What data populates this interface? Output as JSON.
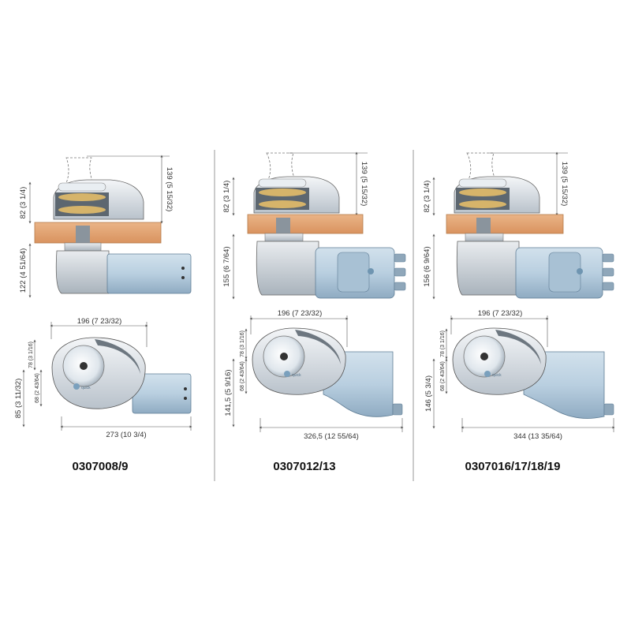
{
  "models": [
    {
      "code": "0307008/9",
      "dims": {
        "top_height": "139 (5 15/32)",
        "above_deck": "82 (3 1/4)",
        "below_deck": "122 (4 51/64)",
        "plan_width": "196 (7 23/32)",
        "plan_total_length": "273 (10 3/4)",
        "plan_upper_depth": "78 (3 1/16)",
        "plan_lower_depth": "68 (2 43/64)",
        "plan_height": "85 (3 11/32)"
      }
    },
    {
      "code": "0307012/13",
      "dims": {
        "top_height": "139 (5 15/32)",
        "above_deck": "82 (3 1/4)",
        "below_deck": "155 (6 7/64)",
        "plan_width": "196 (7 23/32)",
        "plan_total_length": "326,5 (12 55/64)",
        "plan_upper_depth": "78 (3 1/16)",
        "plan_lower_depth": "68 (2 43/64)",
        "plan_height": "141,5 (5 9/16)"
      }
    },
    {
      "code": "0307016/17/18/19",
      "dims": {
        "top_height": "139 (5 15/32)",
        "above_deck": "82 (3 1/4)",
        "below_deck": "156 (6 9/64)",
        "plan_width": "196 (7 23/32)",
        "plan_total_length": "344 (13 35/64)",
        "plan_upper_depth": "78 (3 1/16)",
        "plan_lower_depth": "68 (2 43/64)",
        "plan_height": "146 (5 3/4)"
      }
    }
  ],
  "colors": {
    "background": "#ffffff",
    "deck_wood": "#e6a77a",
    "motor_blue": "#b9cfe0",
    "motor_blue_dark": "#7f9db5",
    "cover_grey": "#e2e6ea",
    "winch_dark": "#5d6770",
    "gear_gold": "#d6b46a",
    "dimension_line": "#555555",
    "separator": "#9a9a9a"
  },
  "icons": [
    "quick-logo-icon"
  ]
}
